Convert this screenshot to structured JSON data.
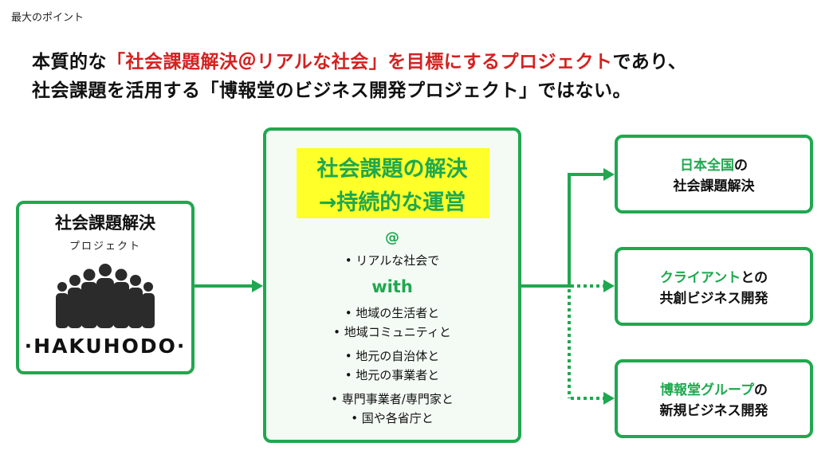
{
  "header": {
    "label": "最大のポイント",
    "line1": {
      "prefix": "本質的な",
      "highlight": "「社会課題解決＠リアルな社会」を目標にするプロジェクト",
      "suffix": "であり、"
    },
    "line2": "社会課題を活用する「博報堂のビジネス開発プロジェクト」ではない。"
  },
  "left_box": {
    "title": "社会課題解決",
    "subtitle": "プロジェクト",
    "icon": "people-group-icon",
    "logo": "·HAKUHODO·"
  },
  "center_box": {
    "title_line1": "社会課題の解決",
    "title_line2": "→持続的な運営",
    "at": "@",
    "bullet_at": "•  リアルな社会で",
    "with": "with",
    "bullets": [
      "•  地域の生活者と",
      "•  地域コミュニティと",
      "•  地元の自治体と",
      "•  地元の事業者と",
      "•  専門事業者/専門家と",
      "•  国や各省庁と"
    ]
  },
  "right_boxes": [
    {
      "accent": "日本全国",
      "rest": "の",
      "line2": "社会課題解決"
    },
    {
      "accent": "クライアント",
      "rest": "との",
      "line2": "共創ビジネス開発"
    },
    {
      "accent": "博報堂グループ",
      "rest": "の",
      "line2": "新規ビジネス開発"
    }
  ],
  "colors": {
    "accent_green": "#1fa84f",
    "accent_red": "#d42121",
    "highlight_yellow": "#ffff29"
  }
}
